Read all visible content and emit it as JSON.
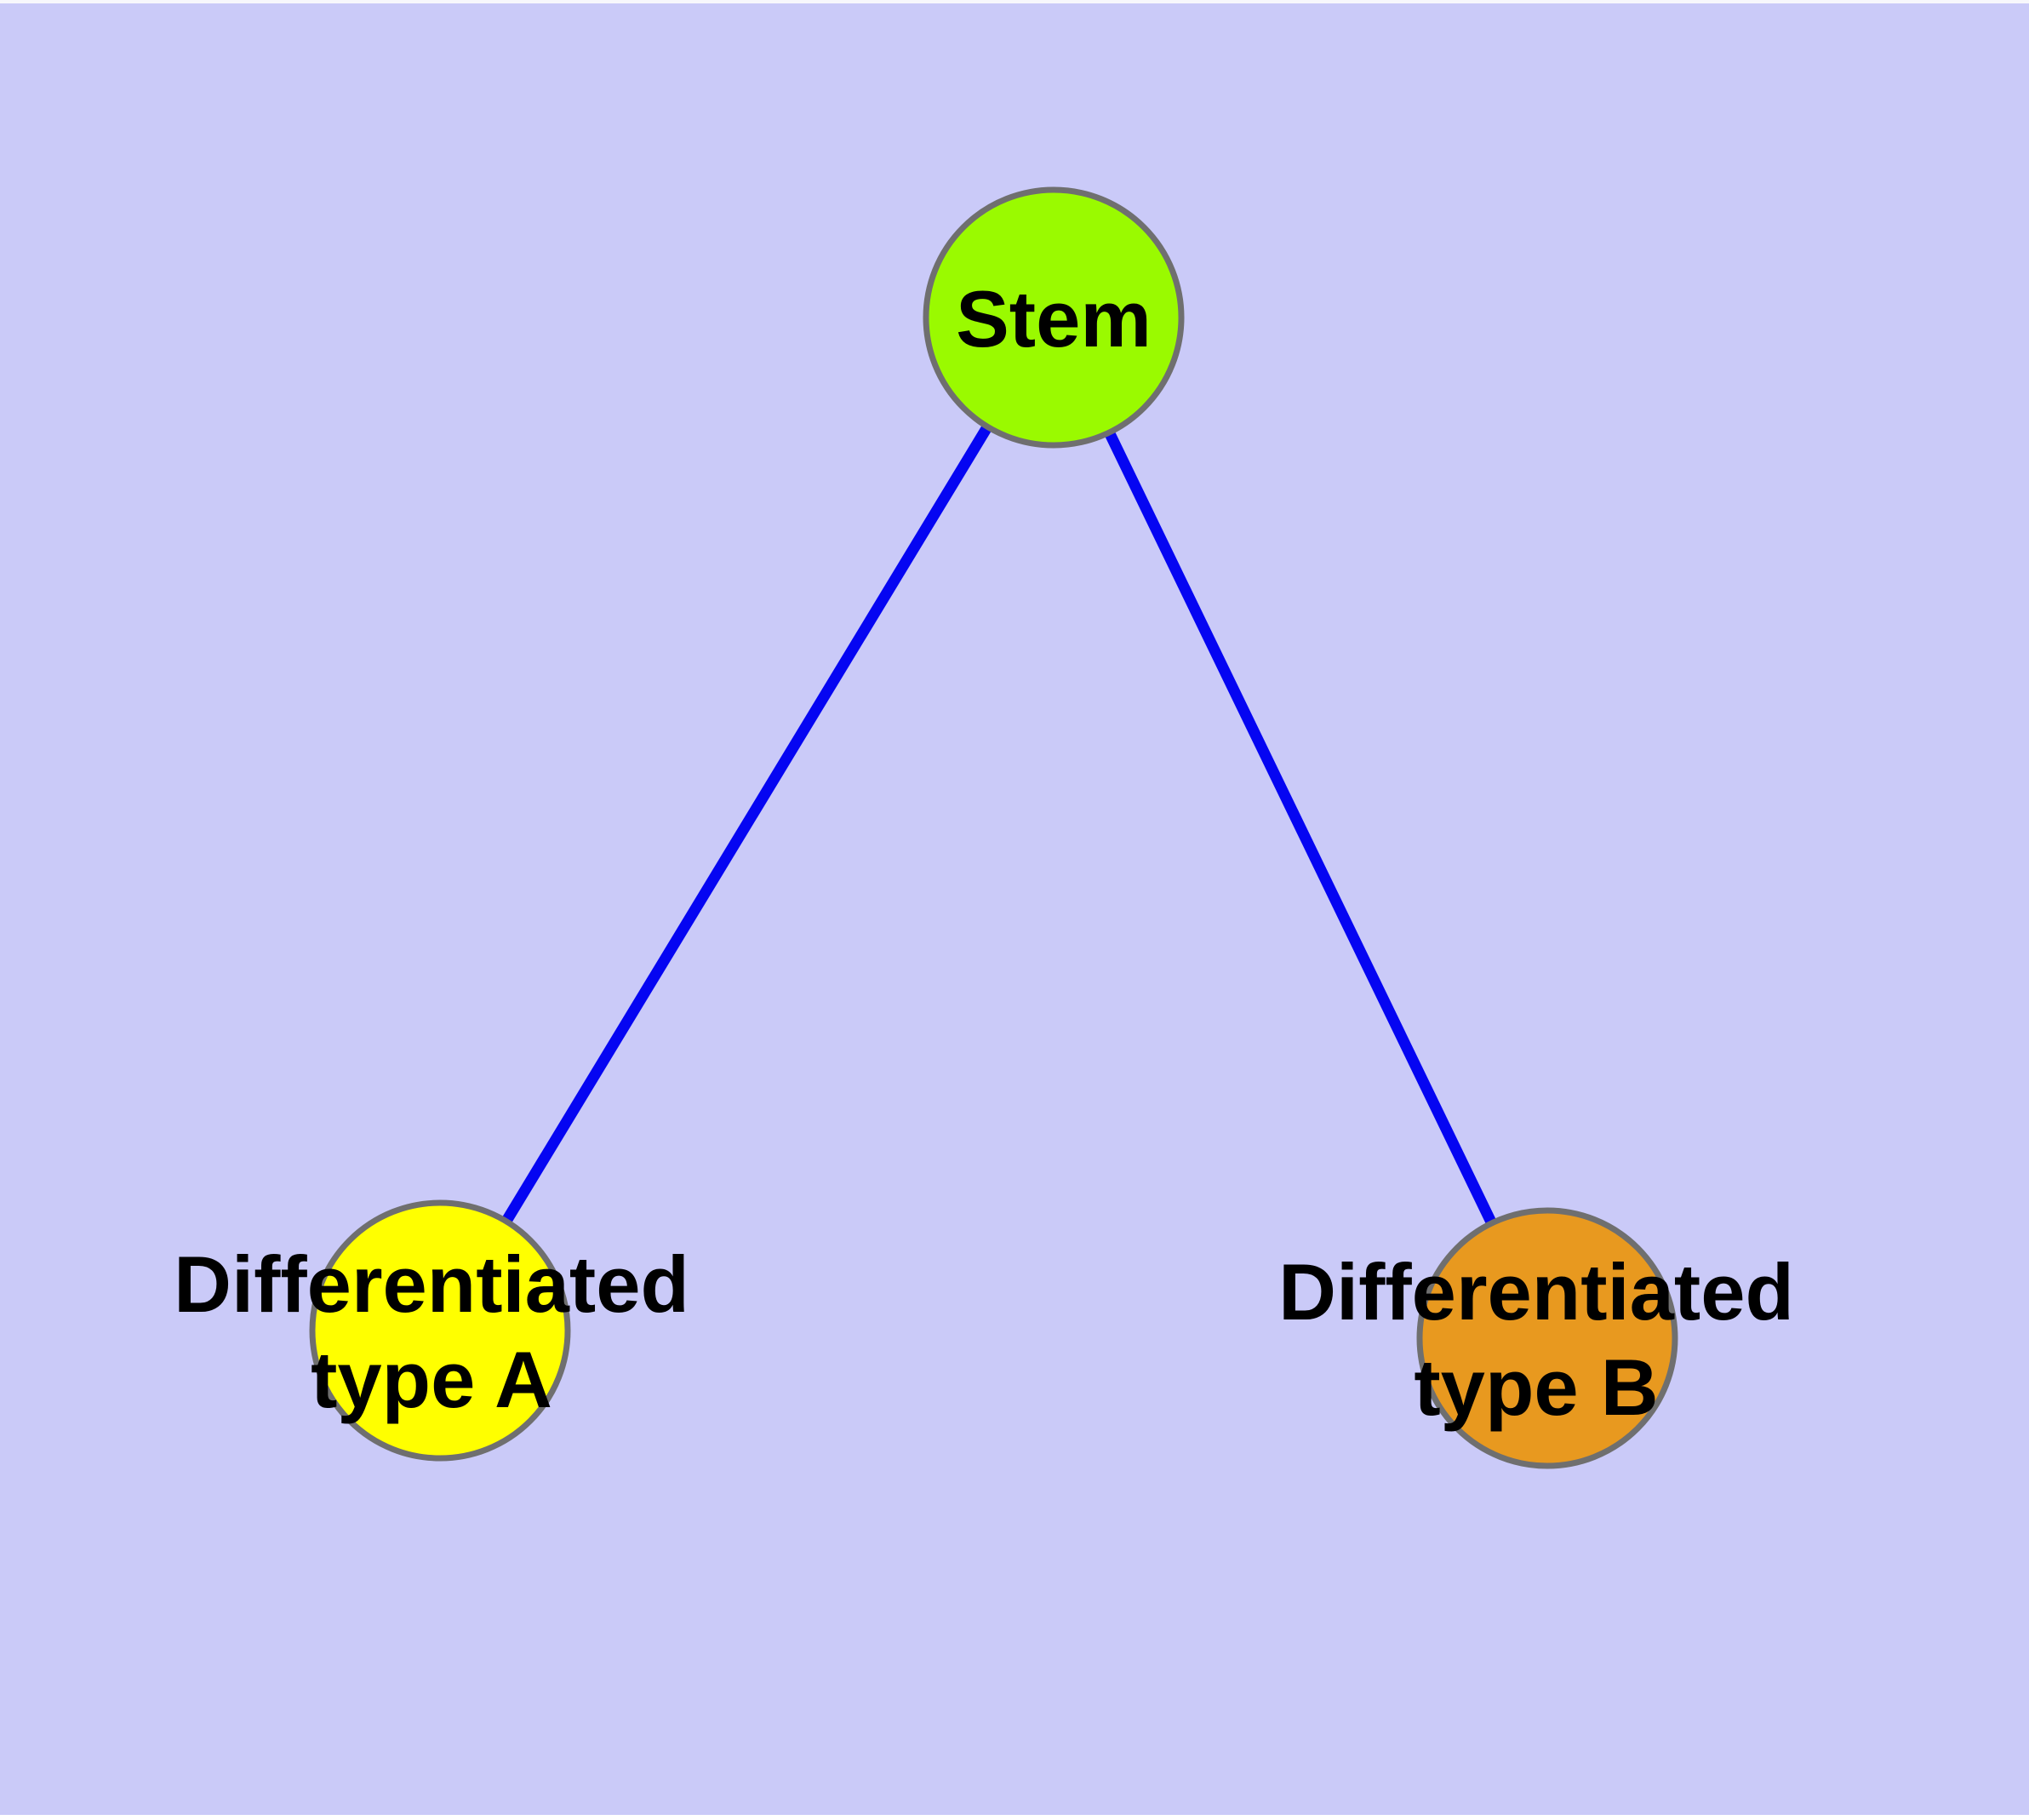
{
  "figure": {
    "type": "node-link-diagram",
    "background_color": "#CACAF8",
    "edge_color": "#0505F2",
    "node_border_color": "#6F6F6F",
    "label_color": "#000000",
    "nodes": {
      "stem": {
        "label": "Stem",
        "fill_color": "#9AFA00"
      },
      "type_a": {
        "label_line1": "Differentiated",
        "label_line2": "type A",
        "fill_color": "#FFFF00"
      },
      "type_b": {
        "label_line1": "Differentiated",
        "label_line2": "type B",
        "fill_color": "#E8991F"
      }
    },
    "edges": [
      {
        "from": "Stem",
        "to": "Differentiated type A"
      },
      {
        "from": "Stem",
        "to": "Differentiated type B"
      }
    ]
  }
}
